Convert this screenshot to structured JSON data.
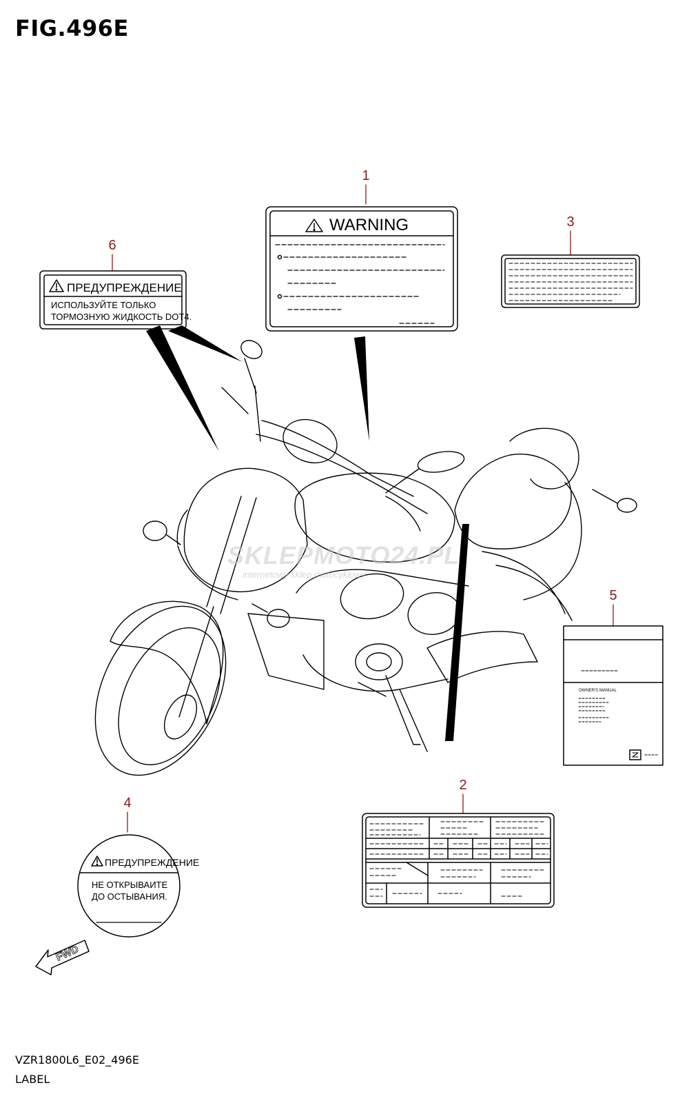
{
  "figure": {
    "title": "FIG.496E",
    "diagram_code": "VZR1800L6_E02_496E",
    "section": "LABEL"
  },
  "callouts": [
    {
      "number": "1"
    },
    {
      "number": "2"
    },
    {
      "number": "3"
    },
    {
      "number": "4"
    },
    {
      "number": "5"
    },
    {
      "number": "6"
    }
  ],
  "labels": {
    "warning": {
      "title": "WARNING"
    },
    "ru_brake": {
      "title": "ПРЕДУПРЕЖДЕНИЕ",
      "line1": "ИСПОЛЬЗУЙТЕ ТОЛЬКО",
      "line2": "ТОРМОЗНУЮ ЖИДКОСТЬ DOT4."
    },
    "ru_round": {
      "title": "ПРЕДУПРЕЖДЕНИЕ",
      "line1": "НЕ ОТКРЫВАИТЕ",
      "line2": "ДО ОСТЫВАНИЯ."
    },
    "manual": {
      "text": "OWNER'S MANUAL"
    }
  },
  "watermark": {
    "brand": "SKLEPMOTO24.PL",
    "tagline": "internetowy sklep motocyklowy",
    "brand_color": "#d23b3b"
  },
  "direction": {
    "text": "FWD"
  },
  "colors": {
    "callout": "#8b1a1a",
    "line": "#000000"
  }
}
